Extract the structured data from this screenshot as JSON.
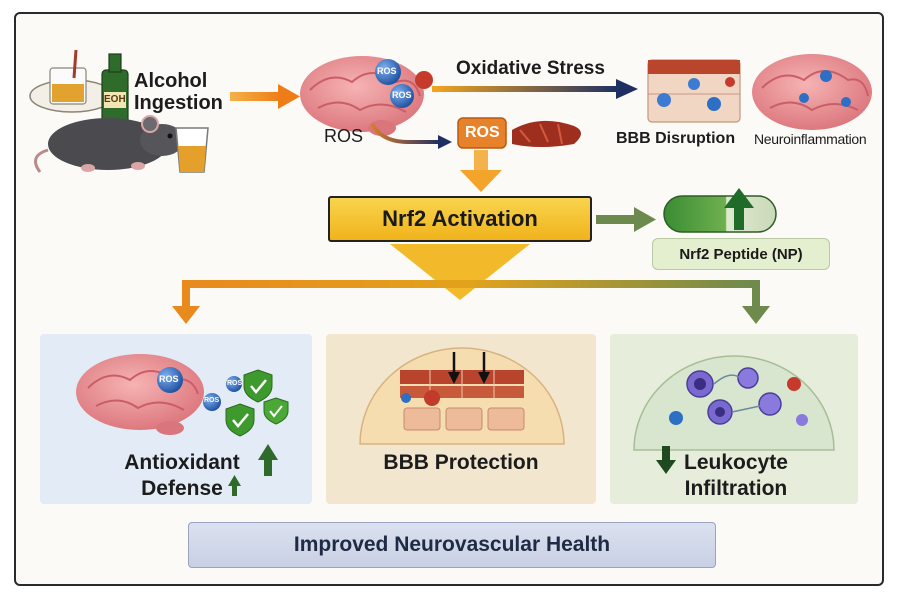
{
  "ingestion": {
    "line1": "Alcohol",
    "line2": "Ingestion",
    "bottle_label": "EOH"
  },
  "top": {
    "oxidative_stress": "Oxidative Stress",
    "ros": "ROS",
    "ros_badge": "ROS",
    "brain_ros_labels": [
      "ROS",
      "ROS"
    ],
    "bbb_disruption": "BBB Disruption",
    "neuroinflammation": "Neuroinflammation"
  },
  "center": {
    "nrf2_activation": "Nrf2 Activation",
    "nrf2_peptide": "Nrf2 Peptide (NP)"
  },
  "panels": {
    "left": {
      "line1": "Antioxidant",
      "line2": "Defense",
      "brain_ros_labels": [
        "ROS",
        "ROS",
        "ROS"
      ]
    },
    "middle": {
      "title": "BBB Protection"
    },
    "right": {
      "line1": "Leukocyte",
      "line2": "Infiltration"
    }
  },
  "outcome": "Improved Neurovascular Health",
  "colors": {
    "arrow_orange": "#f08a1c",
    "arrow_navy": "#1f2f63",
    "arrow_green": "#6d8a4e",
    "nrf2_gold": "#f2b92a",
    "shield_green": "#3f9a2d",
    "up_arrow_green": "#2e6b2a",
    "brain_pink": "#e98a8e",
    "ros_blue": "#2d6fc4"
  }
}
